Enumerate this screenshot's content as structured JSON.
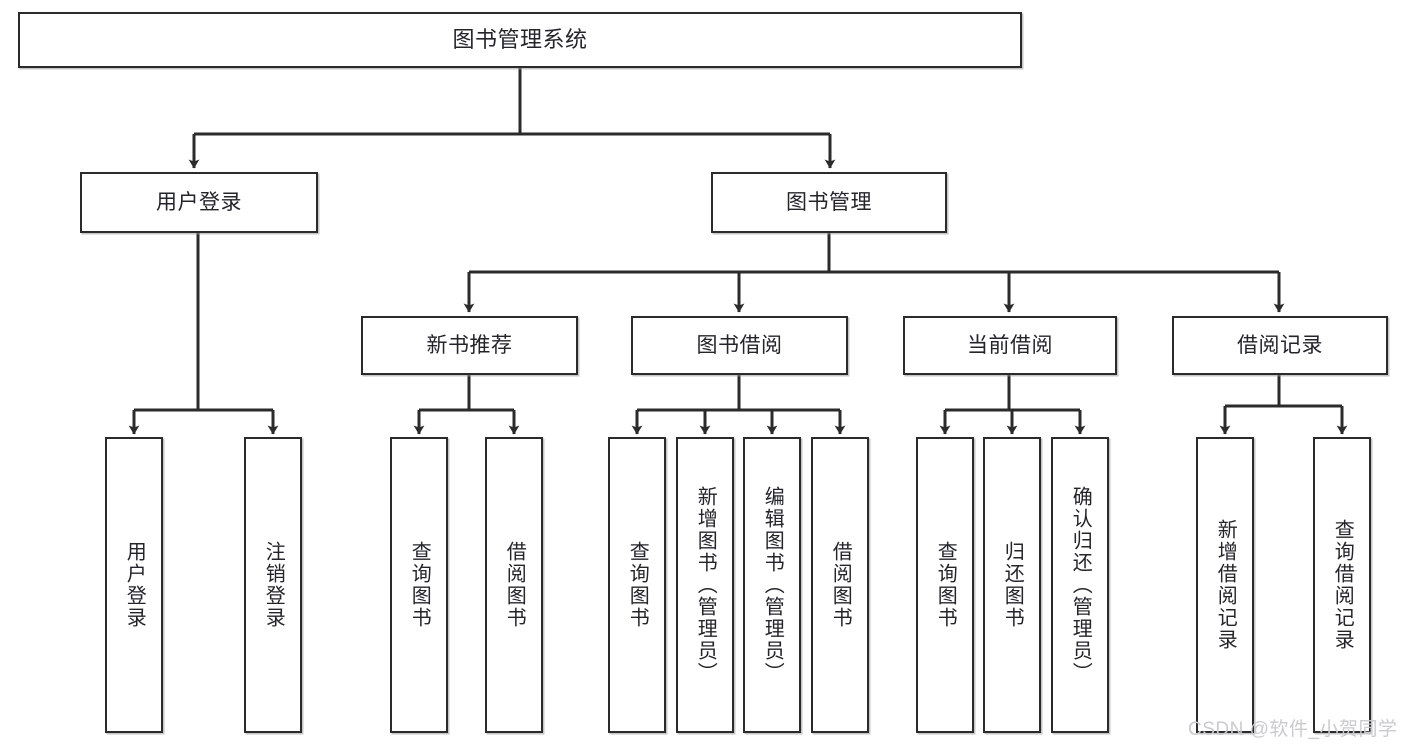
{
  "diagram": {
    "title": "图书管理系统",
    "type": "tree-hierarchy",
    "watermark": "CSDN @软件_小贺同学",
    "colors": {
      "box_border": "#2b2b2b",
      "box_fill": "#ffffff",
      "edge": "#2b2b2b",
      "text": "#23252b",
      "watermark": "#c9cbcf"
    },
    "nodes": {
      "root": {
        "label": "图书管理系统",
        "level": 1,
        "orientation": "horizontal"
      },
      "level2": [
        {
          "id": "user-login",
          "label": "用户登录",
          "orientation": "horizontal"
        },
        {
          "id": "book-manage",
          "label": "图书管理",
          "orientation": "horizontal"
        }
      ],
      "level3": [
        {
          "id": "new-book-recommend",
          "label": "新书推荐",
          "orientation": "horizontal"
        },
        {
          "id": "book-borrow",
          "label": "图书借阅",
          "orientation": "horizontal"
        },
        {
          "id": "current-borrow",
          "label": "当前借阅",
          "orientation": "horizontal"
        },
        {
          "id": "borrow-record",
          "label": "借阅记录",
          "orientation": "horizontal"
        }
      ],
      "leaves": {
        "user-login": [
          {
            "id": "leaf-user-login",
            "label": "用户登录"
          },
          {
            "id": "leaf-logout-login",
            "label": "注销登录"
          }
        ],
        "new-book-recommend": [
          {
            "id": "leaf-query-book-1",
            "label": "查询图书"
          },
          {
            "id": "leaf-borrow-book-1",
            "label": "借阅图书"
          }
        ],
        "book-borrow": [
          {
            "id": "leaf-query-book-2",
            "label": "查询图书"
          },
          {
            "id": "leaf-add-book",
            "label": "新增图书（管理员）"
          },
          {
            "id": "leaf-edit-book",
            "label": "编辑图书（管理员）"
          },
          {
            "id": "leaf-borrow-book-2",
            "label": "借阅图书"
          }
        ],
        "current-borrow": [
          {
            "id": "leaf-query-book-3",
            "label": "查询图书"
          },
          {
            "id": "leaf-return-book",
            "label": "归还图书"
          },
          {
            "id": "leaf-confirm-return",
            "label": "确认归还（管理员）"
          }
        ],
        "borrow-record": [
          {
            "id": "leaf-add-record",
            "label": "新增借阅记录"
          },
          {
            "id": "leaf-query-record",
            "label": "查询借阅记录"
          }
        ]
      }
    }
  }
}
